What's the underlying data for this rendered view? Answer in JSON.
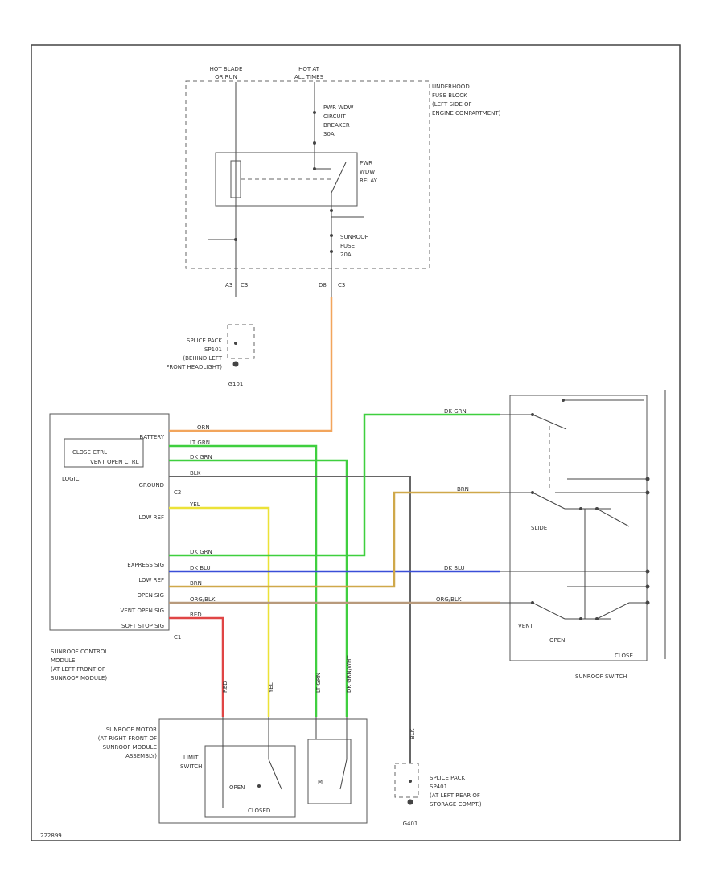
{
  "footer_code": "222899",
  "top": {
    "hot_blade": [
      "HOT BLADE",
      "OR RUN"
    ],
    "hot_all": [
      "HOT AT",
      "ALL TIMES"
    ],
    "fuse_block": [
      "UNDERHOOD",
      "FUSE BLOCK",
      "(LEFT SIDE OF",
      "ENGINE COMPARTMENT)"
    ],
    "breaker": [
      "PWR WDW",
      "CIRCUIT",
      "BREAKER",
      "30A"
    ],
    "relay": [
      "PWR",
      "WDW",
      "RELAY"
    ],
    "sunroof_fuse": [
      "SUNROOF",
      "FUSE",
      "20A"
    ],
    "conn_left": [
      "A3",
      "C3"
    ],
    "conn_right": [
      "D8",
      "C3"
    ],
    "splice_left": [
      "SPLICE PACK",
      "SP101",
      "(BEHIND LEFT",
      "FRONT HEADLIGHT)"
    ],
    "ground_left": "G101"
  },
  "module": {
    "logic": "LOGIC",
    "close_ctrl": [
      "CLOSE CTRL",
      "VENT OPEN CTRL"
    ],
    "c2": "C2",
    "c1": "C1",
    "pins": [
      "BATTERY",
      "GROUND",
      "LOW REF",
      "EXPRESS SIG",
      "LOW REF",
      "OPEN SIG",
      "VENT OPEN SIG",
      "SOFT STOP SIG"
    ],
    "desc": [
      "SUNROOF CONTROL",
      "MODULE",
      "(AT LEFT FRONT OF",
      "SUNROOF MODULE)"
    ]
  },
  "wires": {
    "orn": "ORN",
    "lt_grn": "LT GRN",
    "dk_grn": "DK GRN",
    "blk": "BLK",
    "yel": "YEL",
    "dk_blu": "DK BLU",
    "brn": "BRN",
    "org_blk": "ORG/BLK",
    "red": "RED",
    "dk_grn_wht": "DK GRN/WHT"
  },
  "colors": {
    "orange": "#f2a55c",
    "green": "#3fcf3f",
    "yellow": "#ece238",
    "blue": "#3a4fd8",
    "tan": "#cfa84a",
    "red": "#e04545",
    "brown": "#b89a7c",
    "grey": "#666666"
  },
  "switch": {
    "slide": "SLIDE",
    "vent": "VENT",
    "open": "OPEN",
    "close": "CLOSE",
    "label": "SUNROOF SWITCH"
  },
  "motor": {
    "desc": [
      "SUNROOF MOTOR",
      "(AT RIGHT FRONT OF",
      "SUNROOF MODULE",
      "ASSEMBLY)"
    ],
    "limit": [
      "LIMIT",
      "SWITCH"
    ],
    "open": "OPEN",
    "closed": "CLOSED"
  },
  "splice_right": [
    "SPLICE PACK",
    "SP401",
    "(AT LEFT REAR OF",
    "STORAGE COMPT.)"
  ],
  "ground_right": "G401"
}
